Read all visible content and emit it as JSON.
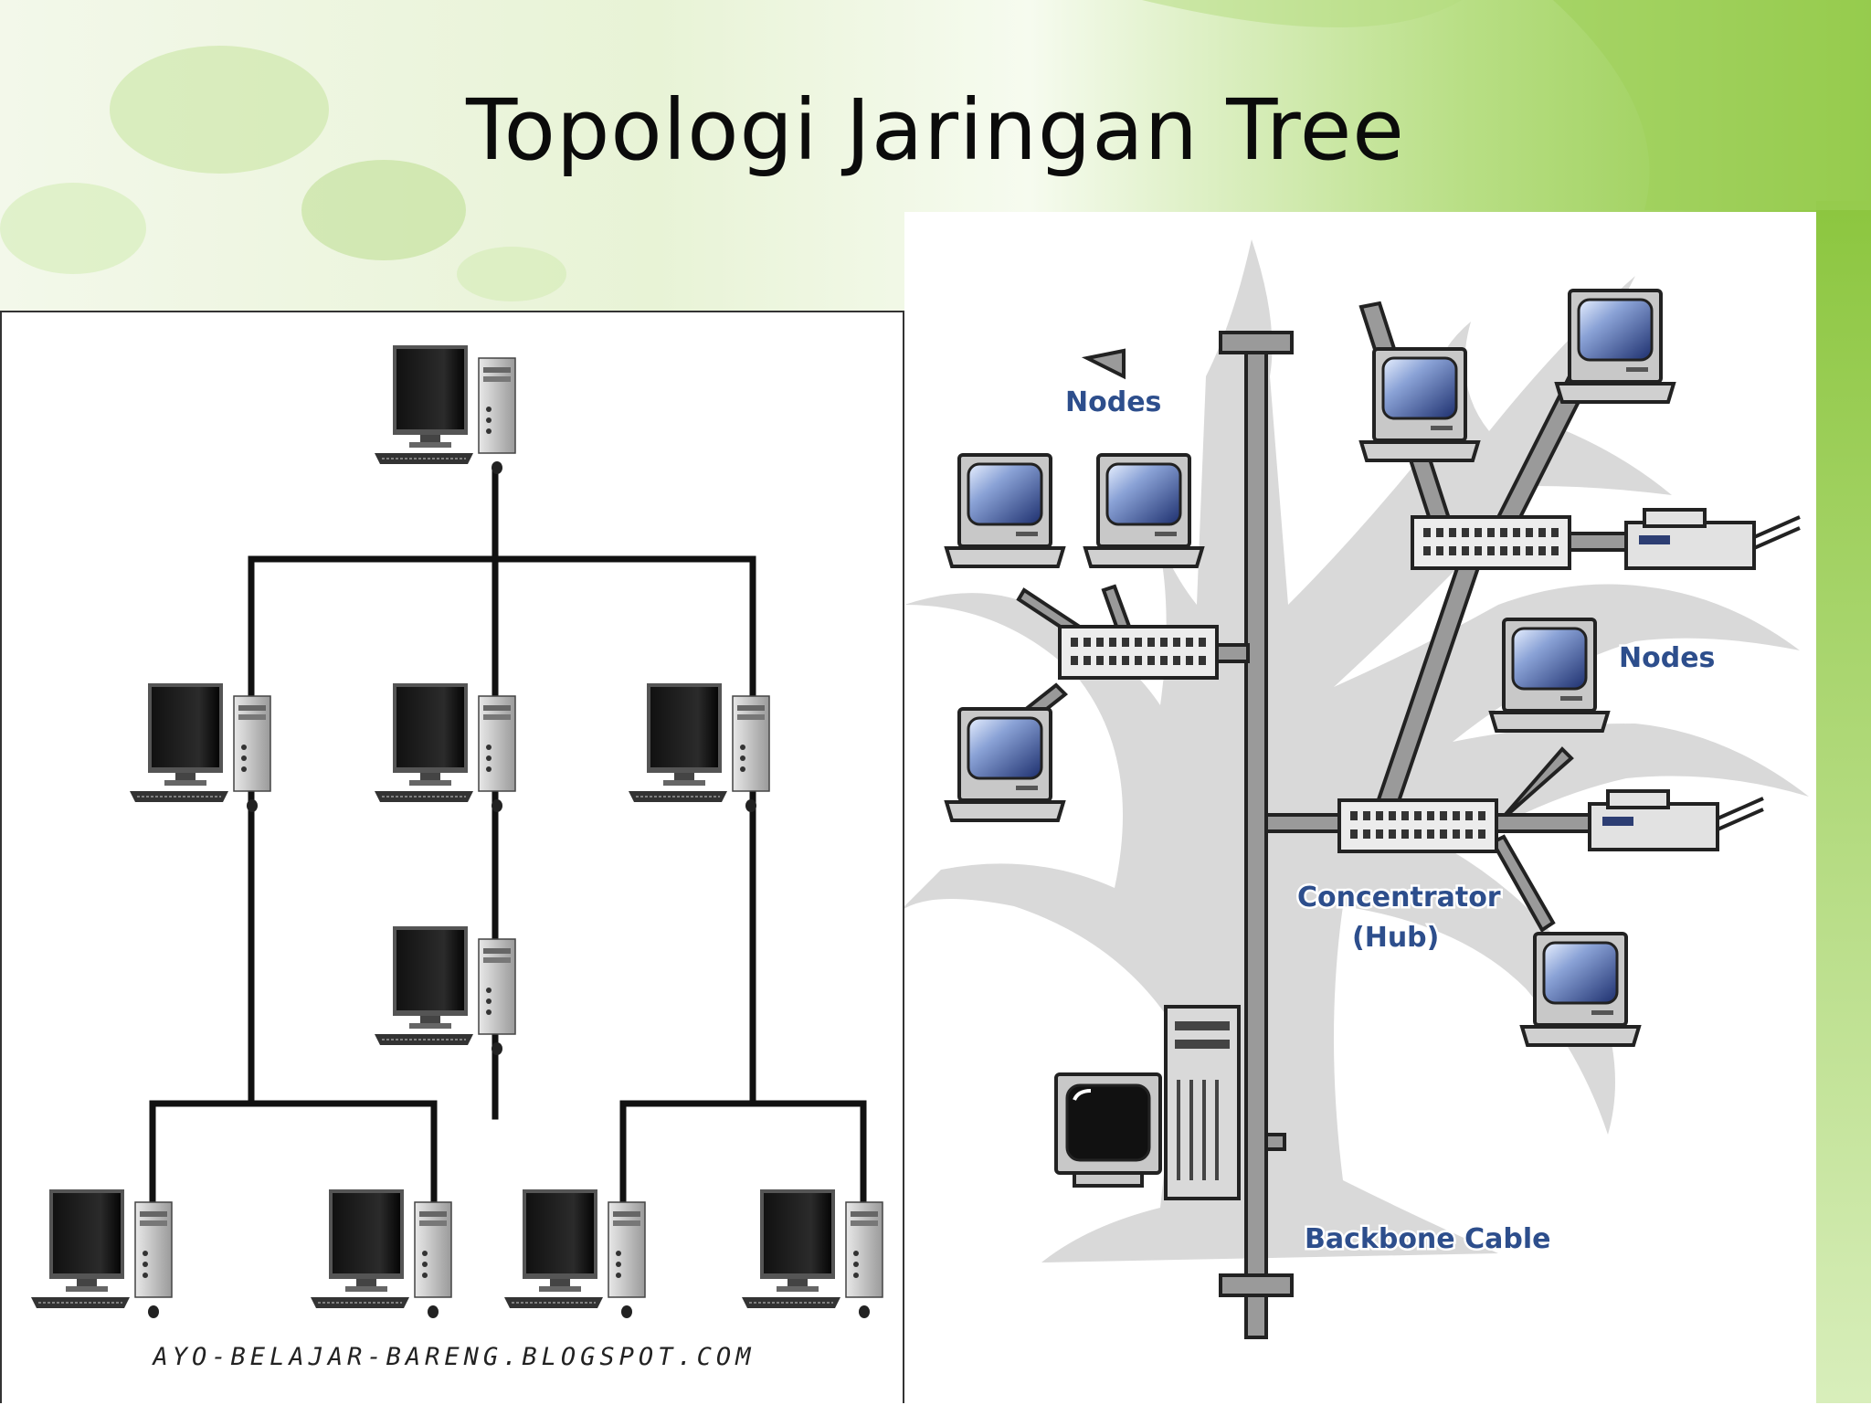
{
  "slide": {
    "title": "Topologi Jaringan Tree"
  },
  "left_diagram": {
    "credit": "AYO-BELAJAR-BARENG.BLOGSPOT.COM"
  },
  "right_diagram": {
    "labels": {
      "nodes_left": "Nodes",
      "nodes_right": "Nodes",
      "concentrator": "Concentrator",
      "hub": "(Hub)",
      "backbone": "Backbone Cable"
    }
  },
  "colors": {
    "accent_green": "#8cc63f",
    "label_blue": "#2d4e8c",
    "tree_gray": "#d9d9d9"
  }
}
